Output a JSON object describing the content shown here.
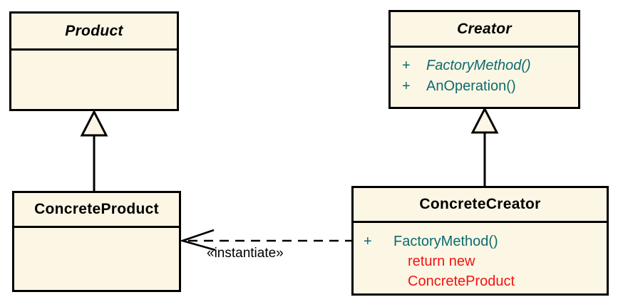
{
  "colors": {
    "background": "#ffffff",
    "box_fill": "#fcf6e4",
    "line": "#000000",
    "title_text": "#000000",
    "method_text": "#0b6c6e",
    "note_text": "#f21414"
  },
  "classes": {
    "product": {
      "name": "Product"
    },
    "creator": {
      "name": "Creator",
      "methods": [
        {
          "visibility": "+",
          "signature": "FactoryMethod()"
        },
        {
          "visibility": "+",
          "signature": "AnOperation()"
        }
      ]
    },
    "concrete_product": {
      "name": "ConcreteProduct"
    },
    "concrete_creator": {
      "name": "ConcreteCreator",
      "methods": [
        {
          "visibility": "+",
          "signature": "FactoryMethod()"
        }
      ],
      "note_lines": [
        "return new",
        "ConcreteProduct"
      ]
    }
  },
  "relations": {
    "instantiate_label": "«instantiate»"
  }
}
